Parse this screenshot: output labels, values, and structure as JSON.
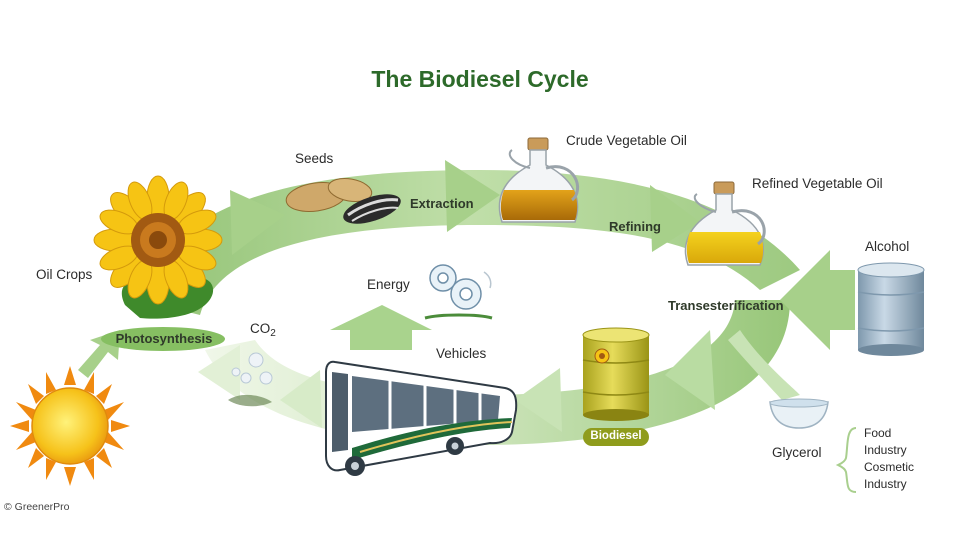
{
  "title": "The Biodiesel Cycle",
  "labels": {
    "seeds": "Seeds",
    "crude_oil": "Crude Vegetable Oil",
    "refined_oil": "Refined Vegetable Oil",
    "alcohol": "Alcohol",
    "oil_crops": "Oil Crops",
    "energy": "Energy",
    "co2_base": "CO",
    "co2_sub": "2",
    "vehicles": "Vehicles",
    "glycerol": "Glycerol",
    "uses": [
      "Food",
      "Industry",
      "Cosmetic",
      "Industry"
    ]
  },
  "steps": {
    "extraction": "Extraction",
    "refining": "Refining",
    "transesterification": "Transesterification",
    "photosynthesis": "Photosynthesis",
    "biodiesel": "Biodiesel"
  },
  "copyright": "© GreenerPro",
  "colors": {
    "title_green": "#2d6a2a",
    "ring_green": "#9ccb7f",
    "pill_green": "#86bf62",
    "biodiesel_badge": "#8f9c1c"
  }
}
